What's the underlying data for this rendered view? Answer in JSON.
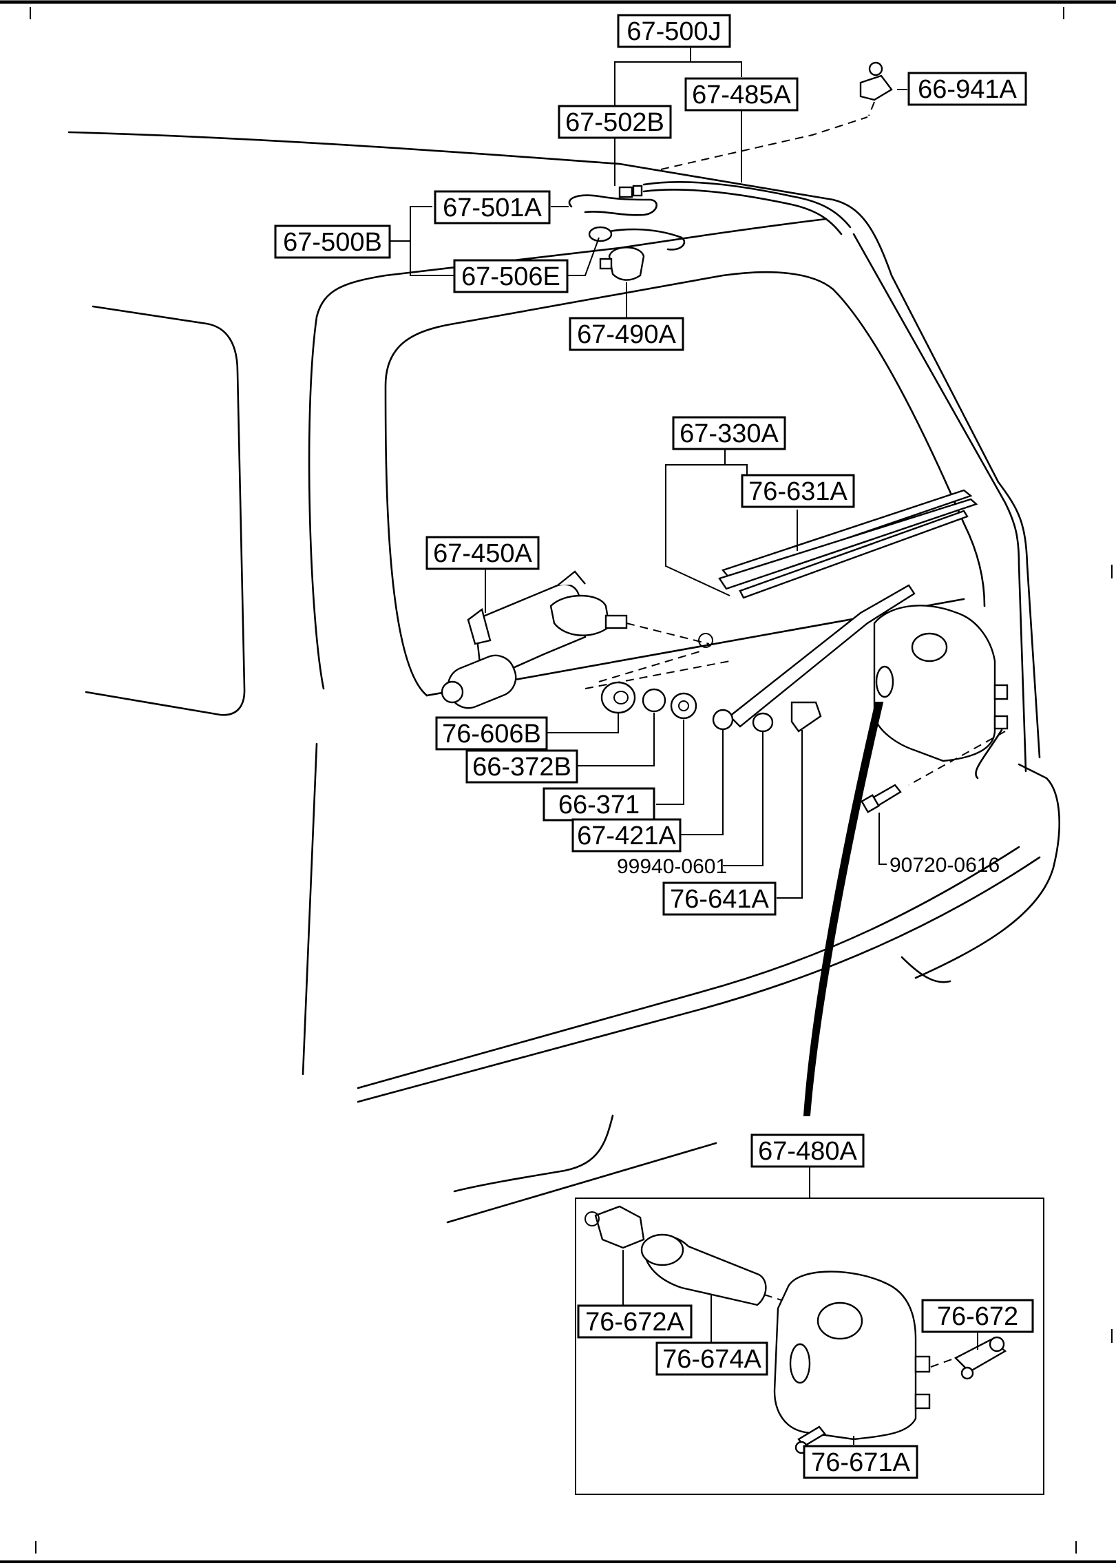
{
  "labels": {
    "l_67_500J": "67-500J",
    "l_67_485A": "67-485A",
    "l_66_941A": "66-941A",
    "l_67_502B": "67-502B",
    "l_67_501A": "67-501A",
    "l_67_500B": "67-500B",
    "l_67_506E": "67-506E",
    "l_67_490A": "67-490A",
    "l_67_330A": "67-330A",
    "l_76_631A": "76-631A",
    "l_67_450A": "67-450A",
    "l_76_606B": "76-606B",
    "l_66_372B": "66-372B",
    "l_66_371": "66-371",
    "l_67_421A": "67-421A",
    "l_99940_0601": "99940-0601",
    "l_76_641A": "76-641A",
    "l_90720_0616": "90720-0616",
    "l_67_480A": "67-480A",
    "l_76_672A": "76-672A",
    "l_76_674A": "76-674A",
    "l_76_672": "76-672",
    "l_76_671A": "76-671A"
  }
}
